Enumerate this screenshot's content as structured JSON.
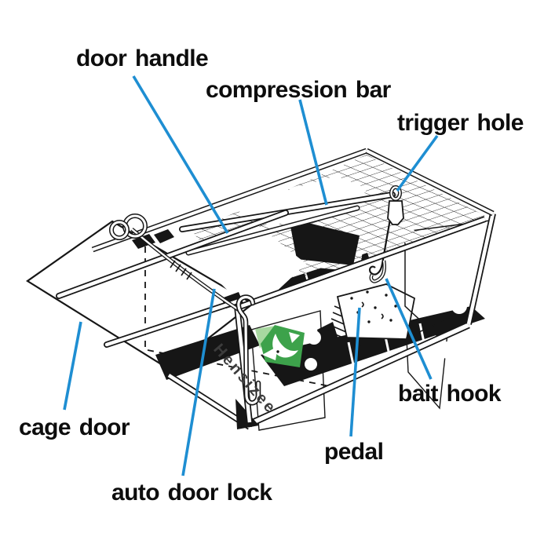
{
  "diagram": {
    "title_visible": false,
    "subject": "humane cage trap parts diagram"
  },
  "labels": {
    "door_handle": "door handle",
    "compression_bar": "compression bar",
    "trigger_hole": "trigger hole",
    "cage_door": "cage door",
    "auto_door_lock": "auto door lock",
    "pedal": "pedal",
    "bait_hook": "bait hook"
  },
  "watermark": {
    "text": "Hensizee"
  },
  "icons": {
    "logo": "pinwheel-bird-logo"
  },
  "colors": {
    "leader_line": "#1e8ed2",
    "label_text": "#0d0d0d",
    "line_art": "#161616",
    "logo_green": "#3da24b",
    "logo_green_light": "#a8d8a0",
    "watermark_text": "#3c3c3c",
    "page_bg": "#ffffff"
  }
}
